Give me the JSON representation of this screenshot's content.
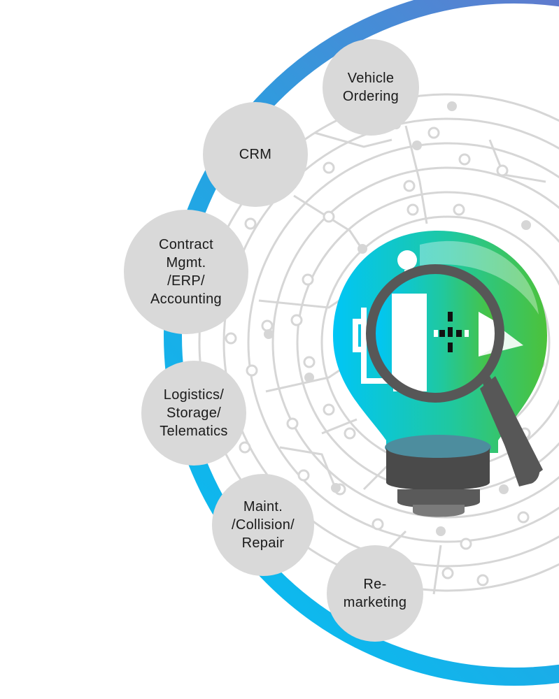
{
  "colors": {
    "ring_gradient": [
      "#00c4f4",
      "#2a9fe0",
      "#5a7fd0",
      "#9b4fb0"
    ],
    "node_fill": "#d9d9d9",
    "circuit": "#d6d6d6",
    "bulb_gradient": [
      "#00c6f6",
      "#1fc8a0",
      "#4cc23a"
    ],
    "magnifier": "#575757"
  },
  "nodes": [
    {
      "id": "vehicle-ordering",
      "label": "Vehicle\nOrdering"
    },
    {
      "id": "crm",
      "label": "CRM"
    },
    {
      "id": "contract",
      "label": "Contract\nMgmt.\n/ERP/\nAccounting"
    },
    {
      "id": "logistics",
      "label": "Logistics/\nStorage/\nTelematics"
    },
    {
      "id": "maint",
      "label": "Maint.\n/Collision/\nRepair"
    },
    {
      "id": "remarketing",
      "label": "Re-\nmarketing"
    }
  ],
  "center_icon": "lightbulb-with-magnifier-icon"
}
